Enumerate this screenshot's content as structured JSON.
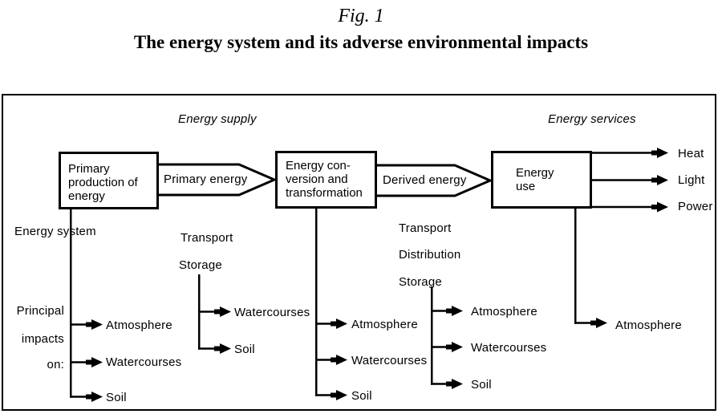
{
  "figure": {
    "label": "Fig. 1",
    "title": "The energy system and its adverse environmental impacts"
  },
  "sections": {
    "supply": "Energy supply",
    "services": "Energy services"
  },
  "boxes": {
    "primary_production": {
      "lines": [
        "Primary",
        "production of",
        "energy"
      ]
    },
    "conversion": {
      "lines": [
        "Energy con-",
        "version and",
        "transformation"
      ]
    },
    "energy_use": {
      "lines": [
        "Energy",
        "use"
      ]
    }
  },
  "flows": {
    "primary": "Primary energy",
    "derived": "Derived energy"
  },
  "outputs": [
    "Heat",
    "Light",
    "Power"
  ],
  "annotations": {
    "energy_system": "Energy system",
    "principal_impacts": [
      "Principal",
      "impacts",
      "on:"
    ]
  },
  "impact_columns": {
    "production": {
      "items": [
        "Atmosphere",
        "Watercourses",
        "Soil"
      ]
    },
    "supply_chain": {
      "headers": [
        "Transport",
        "Storage"
      ],
      "items": [
        "Watercourses",
        "Soil"
      ]
    },
    "conversion": {
      "items": [
        "Atmosphere",
        "Watercourses",
        "Soil"
      ]
    },
    "distribution": {
      "headers": [
        "Transport",
        "Distribution",
        "Storage"
      ],
      "items": [
        "Atmosphere",
        "Watercourses",
        "Soil"
      ]
    },
    "use": {
      "items": [
        "Atmosphere"
      ]
    }
  },
  "colors": {
    "line": "#000000",
    "background": "#ffffff"
  }
}
